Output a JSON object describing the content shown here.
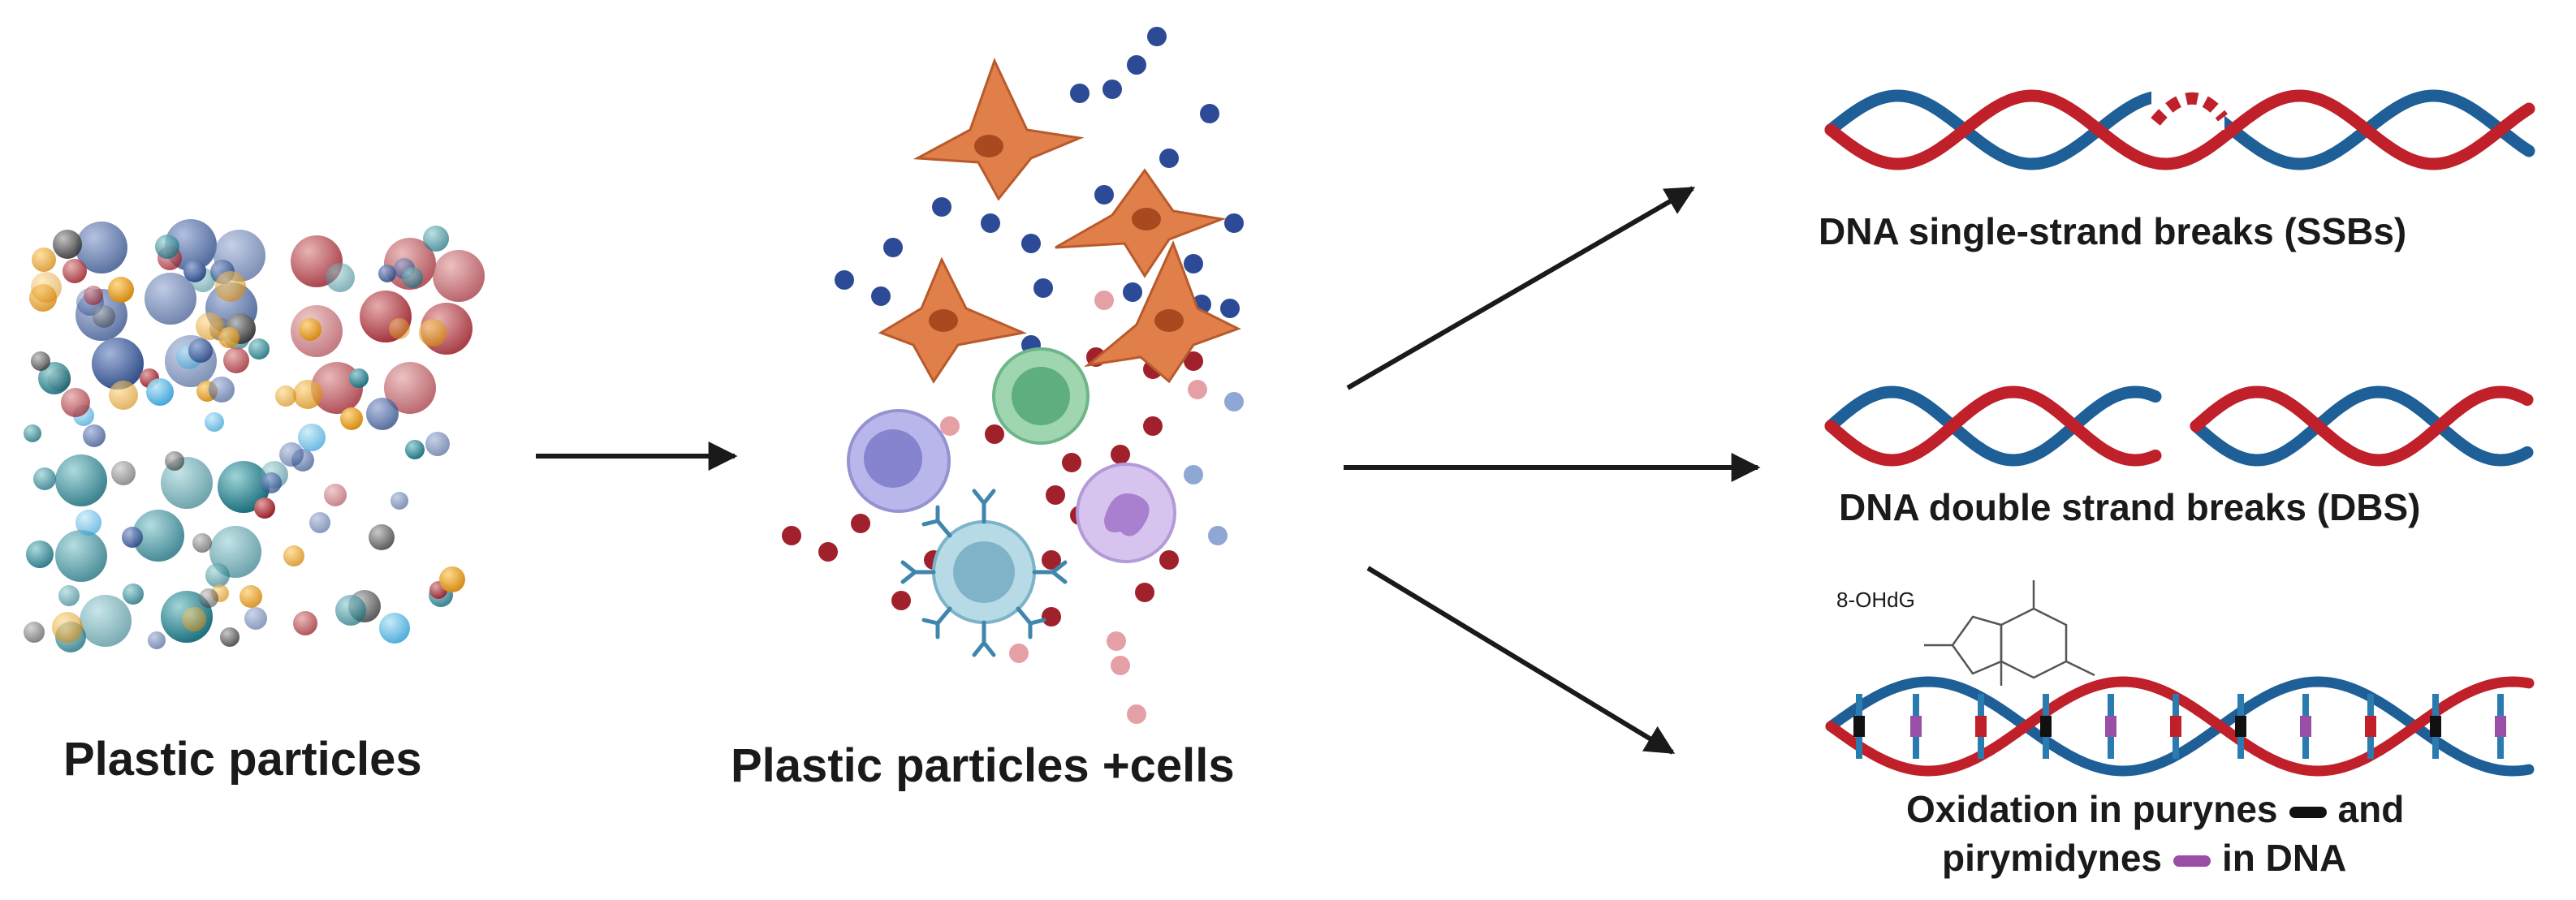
{
  "panels": {
    "particles": {
      "label": "Plastic particles"
    },
    "cells": {
      "label": "Plastic particles +cells"
    }
  },
  "outcomes": {
    "ssb": {
      "label": "DNA single-strand breaks (SSBs)"
    },
    "dbs": {
      "label": "DNA double strand breaks (DBS)"
    },
    "oxidation": {
      "molecule_label": "8-OHdG",
      "line1_a": "Oxidation in purynes",
      "line1_b": "and",
      "line2_a": "pirymidynes",
      "line2_b": "in DNA"
    }
  },
  "icons": [
    "particle-cluster-icon",
    "cell-cluster-icon",
    "dna-helix-icon",
    "8-ohdg-molecule-icon",
    "arrow-icon"
  ],
  "colors": {
    "strand_red": "#c0202a",
    "strand_blue": "#1f5f97",
    "purine_mark": "#111111",
    "pyrimidine_mark": "#9a4fa6",
    "fibroblast": "#e07f4a",
    "macrophage": "#a8a6e0",
    "lymphocyte": "#7fc49a",
    "neutrophil": "#c6aee0",
    "dendritic": "#9fc8d8",
    "arrow": "#1a1a1a"
  }
}
